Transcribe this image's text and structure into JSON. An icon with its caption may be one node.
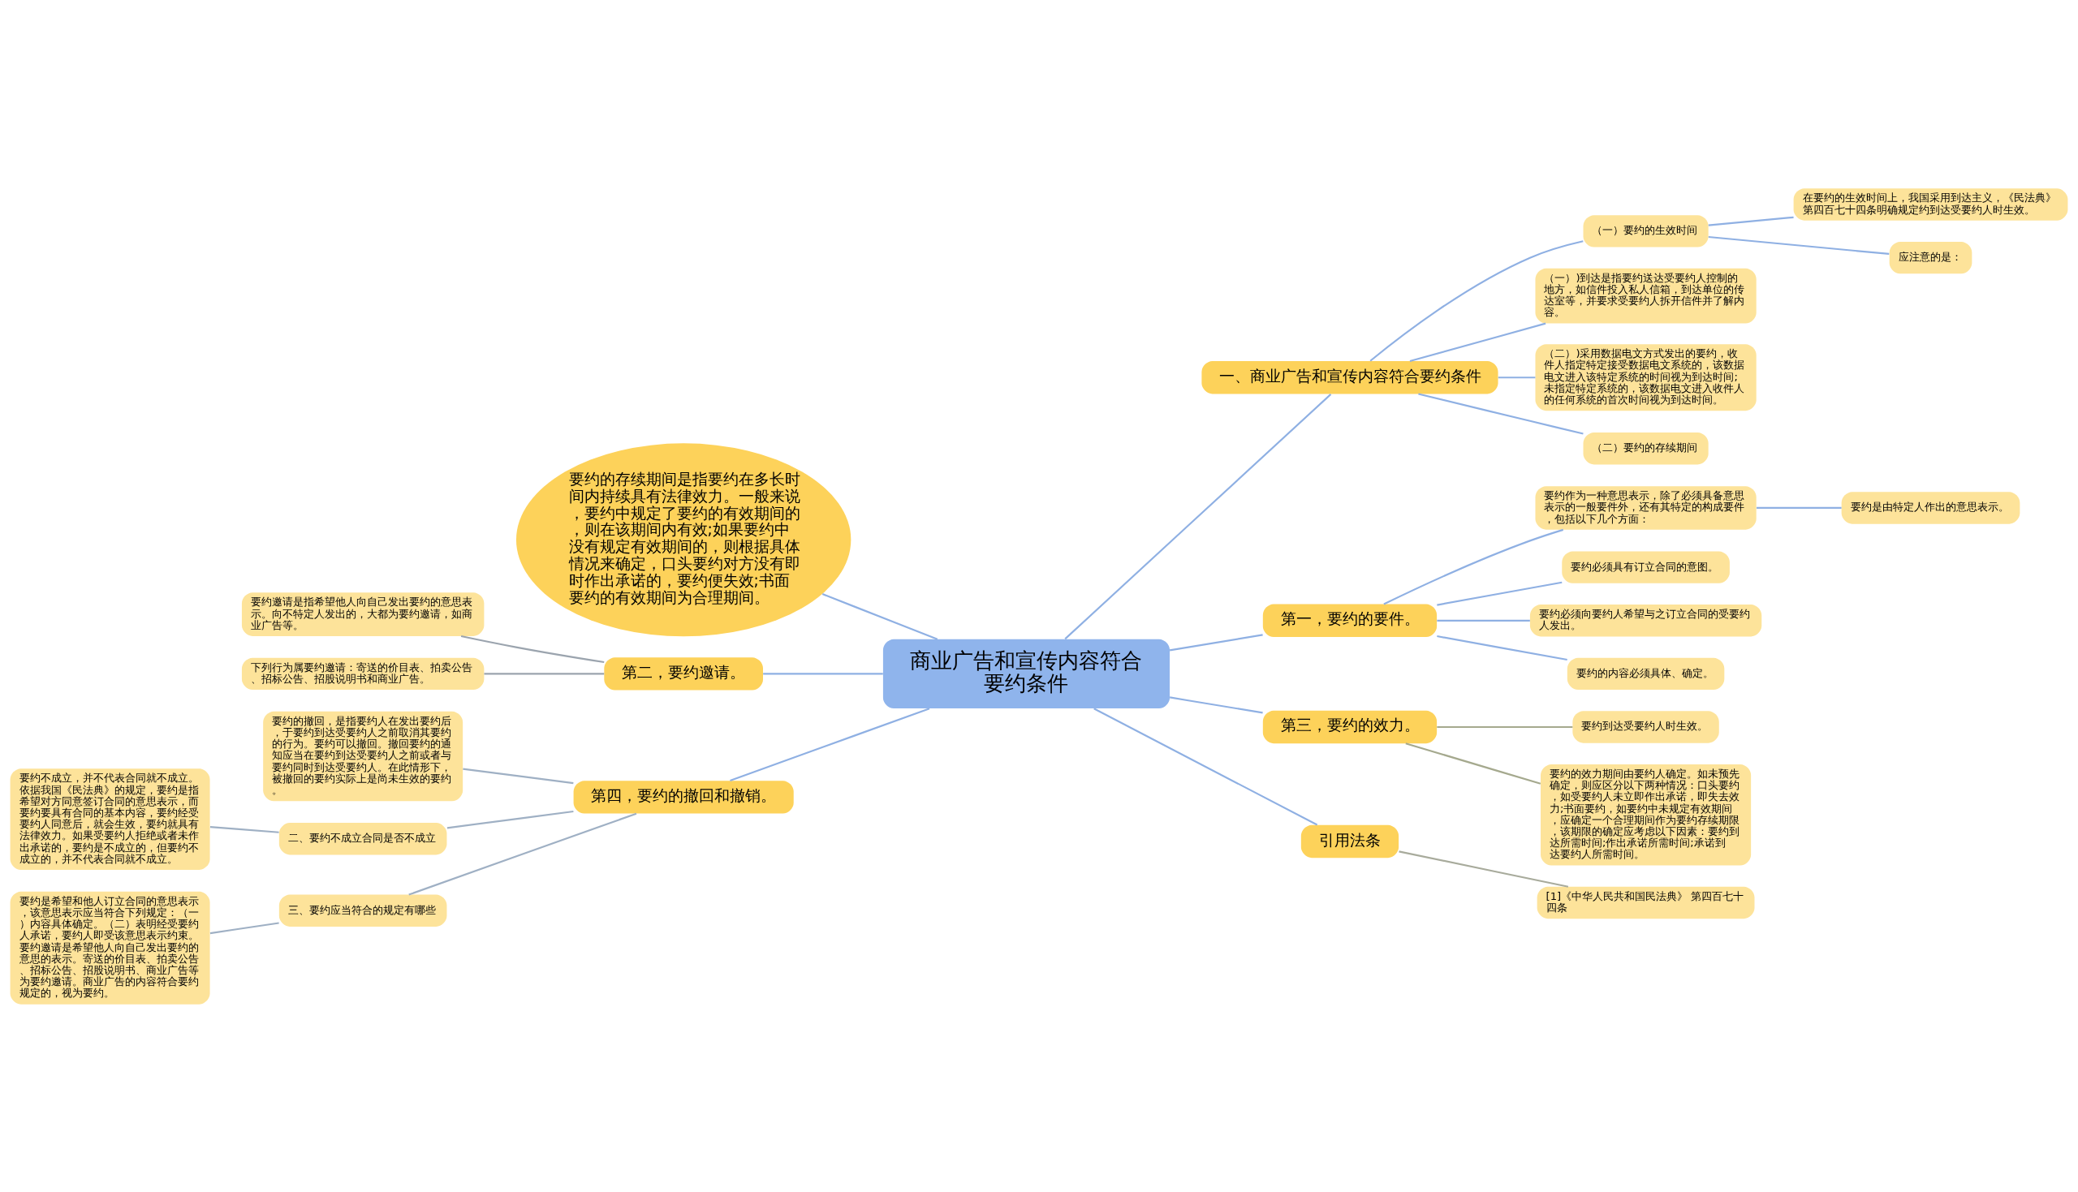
{
  "diagram": {
    "nodes": [
      {
        "text": [
          "商业广告和宣传内容符合要约条件"
        ]
      },
      {
        "text": [
          "一、商业广告和宣传内容符合要约条件"
        ]
      },
      {
        "text": [
          "（一）要约的生效时间"
        ]
      },
      {
        "text": [
          "在要约的生效时间上，我国采用到达主义，《民法典》第四百七十四条明确规定约到达受要约人时生效。"
        ]
      },
      {
        "text": [
          "应注意的是："
        ]
      },
      {
        "text": [
          "（一）)到达是指要约送达受要约人控制的地方，如信件投入私人信箱，到达单位的传达室等，并要求受要约人拆开信件并了解内容。"
        ]
      },
      {
        "text": [
          "（二）)采用数据电文方式发出的要约，收件人指定特定接受数据电文系统的，该数据电文进入该特定系统的时间视为到达时间;未指定特定系统的，该数据电文进入收件人的任何系统的首次时间视为到达时间。"
        ]
      },
      {
        "text": [
          "（二）要约的存续期间"
        ]
      },
      {
        "text": [
          "要约的存续期间是指要约在多长时间内持续具有法律效力。一般来说，要约中规定了要约的有效期间的，则在该期间内有效;如果要约中没有规定有效期间的，则根据具体情况来确定，口头要约对方没有即时作出承诺的，要约便失效;书面要约的有效期间为合理期间。"
        ]
      },
      {
        "text": [
          "第二，要约邀请。"
        ]
      },
      {
        "text": [
          "要约邀请是指希望他人向自己发出要约的意思表示。向不特定人发出的，大都为要约邀请，如商业广告等。"
        ]
      },
      {
        "text": [
          "下列行为属要约邀请：寄送的价目表、拍卖公告、招标公告、招股说明书和商业广告。"
        ]
      },
      {
        "text": [
          "第一，要约的要件。"
        ]
      },
      {
        "text": [
          "要约作为一种意思表示，除了必须具备意思表示的一般要件外，还有其特定的构成要件，包括以下几个方面："
        ]
      },
      {
        "text": [
          "要约是由特定人作出的意思表示。"
        ]
      },
      {
        "text": [
          "要约必须具有订立合同的意图。"
        ]
      },
      {
        "text": [
          "要约必须向要约人希望与之订立合同的受要约人发出。"
        ]
      },
      {
        "text": [
          "要约的内容必须具体、确定。"
        ]
      },
      {
        "text": [
          "第四，要约的撤回和撤销。"
        ]
      },
      {
        "text": [
          "要约的撤回，是指要约人在发出要约后，于要约到达受要约人之前取消其要约的行为。要约可以撤回。撤回要约的通知应当在要约到达受要约人之前或者与要约同时到达受要约人。在此情形下，被撤回的要约实际上是尚未生效的要约。"
        ]
      },
      {
        "text": [
          "二、要约不成立合同是否不成立"
        ]
      },
      {
        "text": [
          "要约不成立，并不代表合同就不成立。依据我国《民法典》的规定，要约是指希望对方同意签订合同的意思表示，而要约要具有合同的基本内容，要约经受要约人同意后，就会生效，要约就具有法律效力。如果受要约人拒绝或者未作出承诺的，要约是不成立的，但要约不成立的，并不代表合同就不成立。"
        ]
      },
      {
        "text": [
          "三、要约应当符合的规定有哪些"
        ]
      },
      {
        "text": [
          "要约是希望和他人订立合同的意思表示，该意思表示应当符合下列规定：（一）内容具体确定。（二）表明经受要约人承诺，要约人即受该意思表示约束。要约邀请是希望他人向自己发出要约的意思的表示。寄送的价目表、拍卖公告、招标公告、招股说明书、商业广告等为要约邀请。商业广告的内容符合要约规定的，视为要约。"
        ]
      },
      {
        "text": [
          "第三，要约的效力。"
        ]
      },
      {
        "text": [
          "要约到达受要约人时生效。"
        ]
      },
      {
        "text": [
          "要约的效力期间由要约人确定。如未预先确定，则应区分以下两种情况：口头要约，如受要约人未立即作出承诺，即失去效力;书面要约，如要约中未规定有效期间，应确定一个合理期间作为要约存续期限，该期限的确定应考虑以下因素：要约到达所需时间;作出承诺所需时间;承诺到达要约人所需时间。"
        ]
      },
      {
        "text": [
          "引用法条"
        ]
      },
      {
        "text": [
          "[1]《中华人民共和国民法典》 第四百七十四条"
        ]
      }
    ],
    "edges": [
      {
        "from": 0,
        "to": 1,
        "arrow": "none"
      },
      {
        "from": 1,
        "to": 2,
        "arrow": "none"
      },
      {
        "from": 2,
        "to": 3,
        "arrow": "none"
      },
      {
        "from": 2,
        "to": 4,
        "arrow": "none"
      },
      {
        "from": 1,
        "to": 5,
        "arrow": "none"
      },
      {
        "from": 1,
        "to": 6,
        "arrow": "none"
      },
      {
        "from": 1,
        "to": 7,
        "arrow": "none"
      },
      {
        "from": 0,
        "to": 8,
        "arrow": "none"
      },
      {
        "from": 0,
        "to": 9,
        "arrow": "none"
      },
      {
        "from": 9,
        "to": 10,
        "arrow": "none",
        "color": "#9ba4ae"
      },
      {
        "from": 9,
        "to": 11,
        "arrow": "none",
        "color": "#9ba4ae"
      },
      {
        "from": 0,
        "to": 12,
        "arrow": "none"
      },
      {
        "from": 12,
        "to": 13,
        "arrow": "none"
      },
      {
        "from": 13,
        "to": 14,
        "arrow": "none"
      },
      {
        "from": 12,
        "to": 15,
        "arrow": "none"
      },
      {
        "from": 12,
        "to": 16,
        "arrow": "none"
      },
      {
        "from": 12,
        "to": 17,
        "arrow": "none"
      },
      {
        "from": 0,
        "to": 18,
        "arrow": "none"
      },
      {
        "from": 18,
        "to": 19,
        "arrow": "none",
        "color": "#9fb0c4"
      },
      {
        "from": 18,
        "to": 20,
        "arrow": "none",
        "color": "#9fb0c4"
      },
      {
        "from": 20,
        "to": 21,
        "arrow": "none",
        "color": "#9fb0c4"
      },
      {
        "from": 18,
        "to": 22,
        "arrow": "none",
        "color": "#9fb0c4"
      },
      {
        "from": 22,
        "to": 23,
        "arrow": "none",
        "color": "#9fb0c4"
      },
      {
        "from": 0,
        "to": 24,
        "arrow": "none"
      },
      {
        "from": 24,
        "to": 25,
        "arrow": "none",
        "color": "#a5a98e"
      },
      {
        "from": 24,
        "to": 26,
        "arrow": "none",
        "color": "#a5a98e"
      },
      {
        "from": 0,
        "to": 27,
        "arrow": "none"
      },
      {
        "from": 27,
        "to": 28,
        "arrow": "none",
        "color": "#a8ab9c"
      }
    ]
  }
}
